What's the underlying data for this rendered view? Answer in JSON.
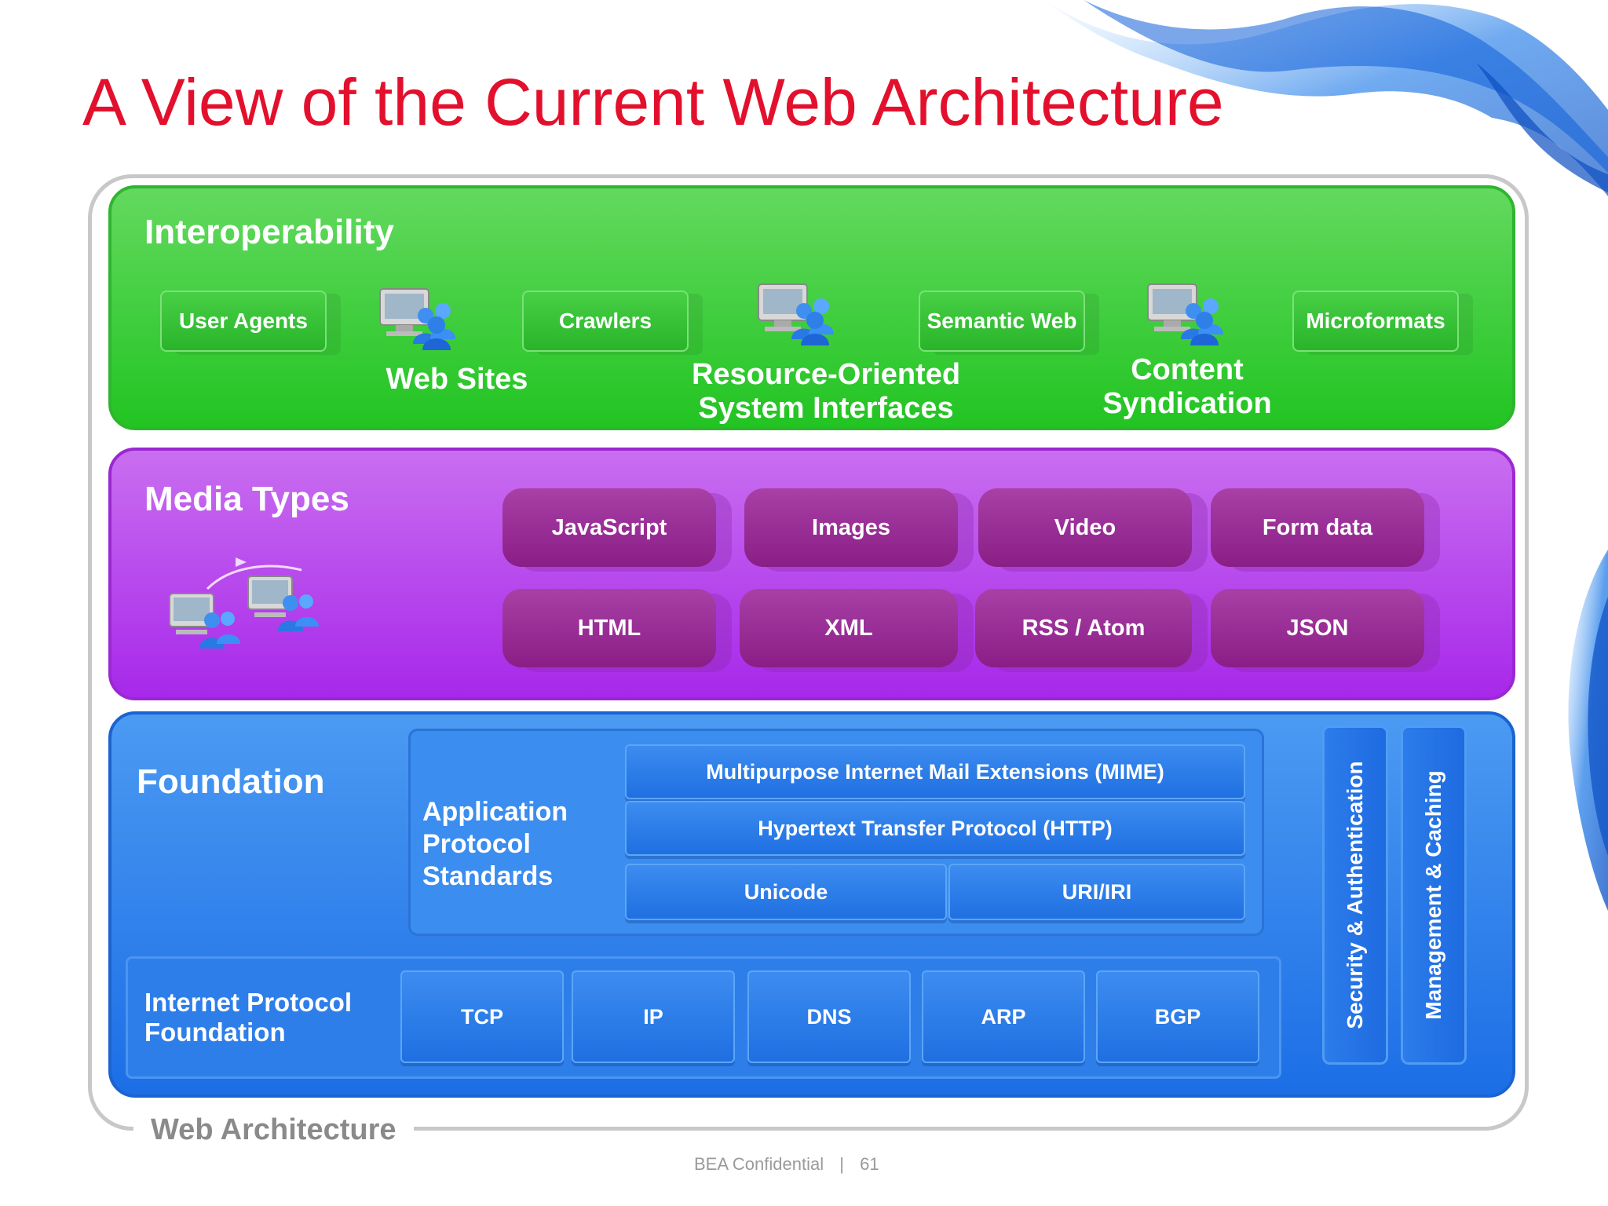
{
  "title": "A View of the Current Web Architecture",
  "outer_label": "Web Architecture",
  "interoperability": {
    "title": "Interoperability",
    "boxes": [
      "User Agents",
      "Crawlers",
      "Semantic Web",
      "Microformats"
    ],
    "labels": [
      "Web Sites",
      "Resource-Oriented System Interfaces",
      "Content Syndication"
    ],
    "label_lines": {
      "web_sites": [
        "Web Sites"
      ],
      "resource": [
        "Resource-Oriented",
        "System Interfaces"
      ],
      "content": [
        "Content",
        "Syndication"
      ]
    }
  },
  "media_types": {
    "title": "Media Types",
    "row1": [
      "JavaScript",
      "Images",
      "Video",
      "Form data"
    ],
    "row2": [
      "HTML",
      "XML",
      "RSS / Atom",
      "JSON"
    ]
  },
  "foundation": {
    "title": "Foundation",
    "app_protocol_lines": [
      "Application",
      "Protocol",
      "Standards"
    ],
    "mime": "Multipurpose Internet Mail Extensions (MIME)",
    "http": "Hypertext Transfer Protocol (HTTP)",
    "unicode": "Unicode",
    "uri": "URI/IRI",
    "ip_foundation_lines": [
      "Internet Protocol",
      "Foundation"
    ],
    "protocols": [
      "TCP",
      "IP",
      "DNS",
      "ARP",
      "BGP"
    ],
    "security": "Security & Authentication",
    "management": "Management & Caching"
  },
  "footer": {
    "text": "BEA Confidential",
    "separator": "|",
    "page": "61"
  },
  "colors": {
    "title": "#e3102d",
    "interop": "#2fc42f",
    "media": "#b03ced",
    "foundation": "#1f6fe6"
  },
  "icons": [
    "computer-users-icon",
    "swirl-decoration"
  ]
}
